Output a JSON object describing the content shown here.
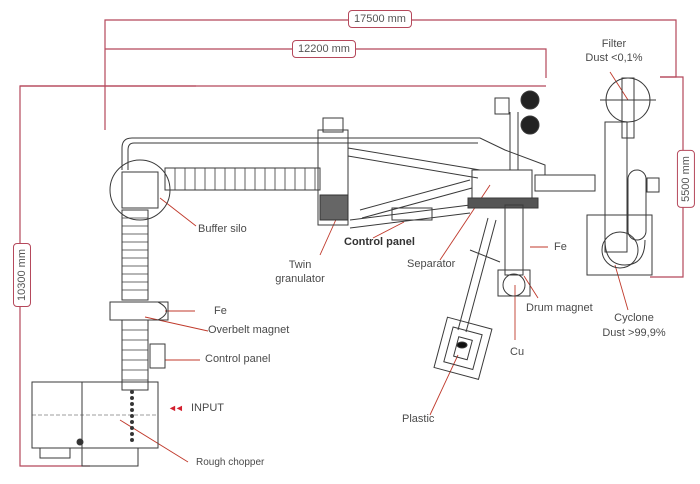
{
  "dimensions": {
    "total_width": "17500 mm",
    "partial_width": "12200 mm",
    "total_height": "10300 mm",
    "cyclone_height": "5500 mm"
  },
  "labels": {
    "filter": "Filter",
    "filter_dust": "Dust <0,1%",
    "buffer_silo": "Buffer silo",
    "twin_granulator_1": "Twin",
    "twin_granulator_2": "granulator",
    "control_panel_top": "Control panel",
    "separator": "Separator",
    "fe_right": "Fe",
    "drum_magnet": "Drum magnet",
    "cu": "Cu",
    "cyclone": "Cyclone",
    "cyclone_dust": "Dust >99,9%",
    "fe_left": "Fe",
    "overbelt_magnet": "Overbelt magnet",
    "control_panel_left": "Control panel",
    "input": "INPUT",
    "input_arrows": "◄◄",
    "plastic": "Plastic",
    "rough_chopper": "Rough chopper"
  },
  "colors": {
    "dimension_line": "#b5485b",
    "leader_line": "#c0392b",
    "input_arrow": "#d3202f",
    "drawing": "#333333"
  }
}
